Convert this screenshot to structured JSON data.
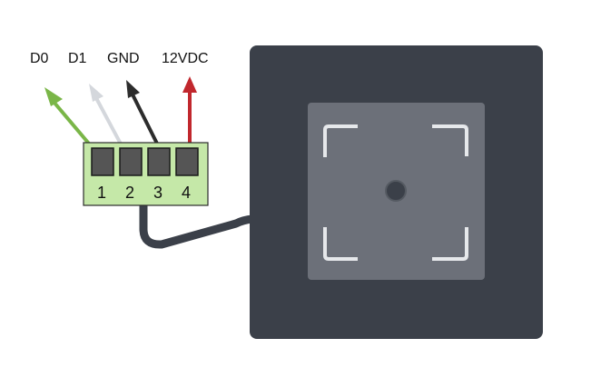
{
  "wires": [
    {
      "label": "D0",
      "color": "#7ab648"
    },
    {
      "label": "D1",
      "color": "#d4d7dc"
    },
    {
      "label": "GND",
      "color": "#2c2c2c"
    },
    {
      "label": "12VDC",
      "color": "#c1272d"
    }
  ],
  "terminal": {
    "pins": [
      "1",
      "2",
      "3",
      "4"
    ],
    "body_color": "#c5e8a8",
    "screw_color": "#555555"
  },
  "reader": {
    "body_color": "#3b4049",
    "panel_color": "#6c7079",
    "cable_color": "#3b4049",
    "icons": [
      "scan-frame-icon",
      "center-dot-icon"
    ]
  }
}
